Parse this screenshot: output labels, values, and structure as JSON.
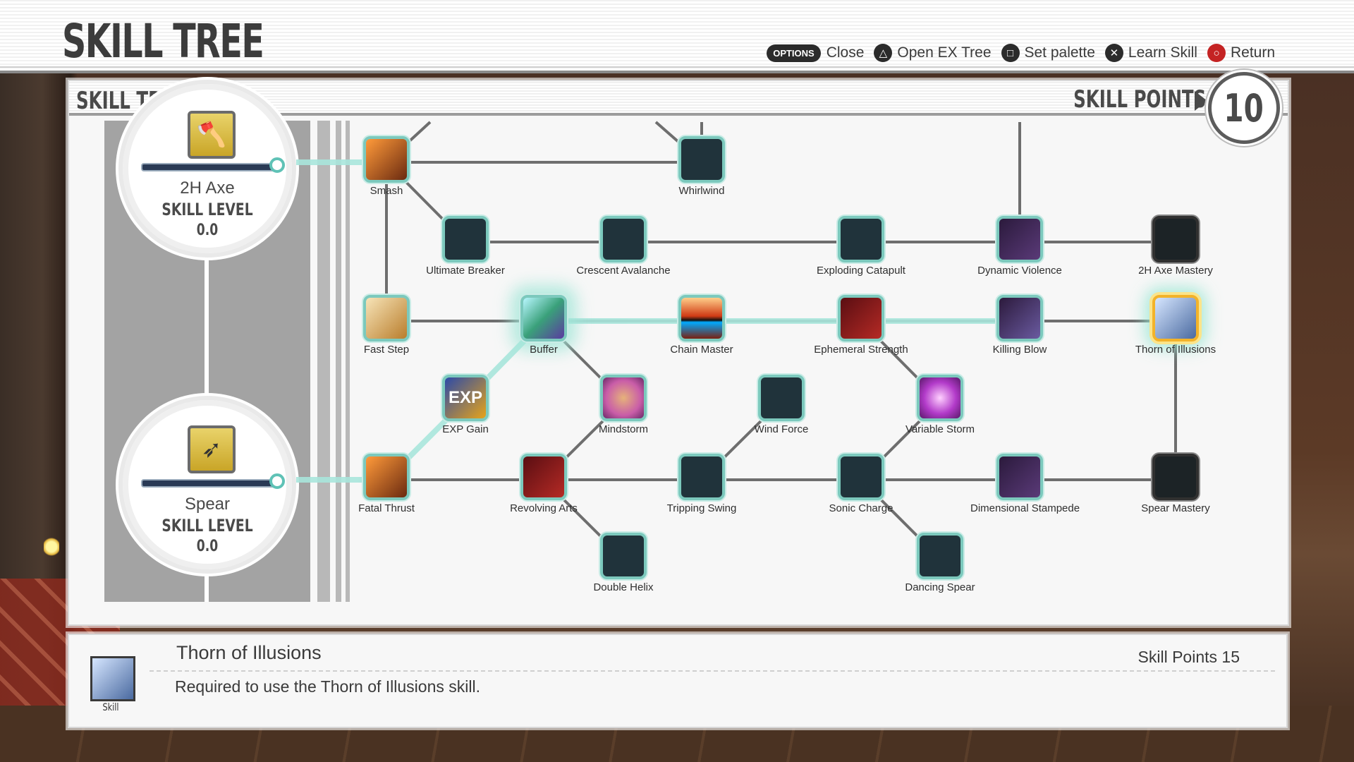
{
  "header": {
    "title": "SKILL TREE",
    "hints": [
      {
        "button": "OPTIONS",
        "label": "Close",
        "icon": "options-button-icon"
      },
      {
        "button": "△",
        "label": "Open EX Tree",
        "icon": "triangle-button-icon"
      },
      {
        "button": "□",
        "label": "Set palette",
        "icon": "square-button-icon"
      },
      {
        "button": "✕",
        "label": "Learn Skill",
        "icon": "cross-button-icon"
      },
      {
        "button": "○",
        "label": "Return",
        "icon": "circle-button-icon"
      }
    ]
  },
  "panel": {
    "title": "SKILL TREE",
    "skill_points_label": "SKILL POINTS",
    "skill_points_value": "10"
  },
  "weapons": [
    {
      "name": "2H Axe",
      "level_label": "SKILL LEVEL",
      "level": "0.0",
      "icon": "axe-icon"
    },
    {
      "name": "Spear",
      "level_label": "SKILL LEVEL",
      "level": "0.0",
      "icon": "spear-icon"
    }
  ],
  "skills": [
    {
      "id": "smash",
      "label": "Smash",
      "style": "orange"
    },
    {
      "id": "whirlwind",
      "label": "Whirlwind",
      "style": ""
    },
    {
      "id": "ultimate-breaker",
      "label": "Ultimate Breaker",
      "style": ""
    },
    {
      "id": "crescent-avalanche",
      "label": "Crescent Avalanche",
      "style": ""
    },
    {
      "id": "exploding-catapult",
      "label": "Exploding Catapult",
      "style": ""
    },
    {
      "id": "dynamic-violence",
      "label": "Dynamic Violence",
      "style": "purple"
    },
    {
      "id": "2h-axe-mastery",
      "label": "2H Axe Mastery",
      "style": "dark"
    },
    {
      "id": "fast-step",
      "label": "Fast Step",
      "style": "step"
    },
    {
      "id": "buffer",
      "label": "Buffer",
      "style": "buff"
    },
    {
      "id": "chain-master",
      "label": "Chain Master",
      "style": "chain"
    },
    {
      "id": "ephemeral-strength",
      "label": "Ephemeral Strength",
      "style": "red"
    },
    {
      "id": "killing-blow",
      "label": "Killing Blow",
      "style": "kill"
    },
    {
      "id": "thorn-of-illusions",
      "label": "Thorn of Illusions",
      "style": "thorn"
    },
    {
      "id": "exp-gain",
      "label": "EXP Gain",
      "style": "exp",
      "glyph": "EXP"
    },
    {
      "id": "mindstorm",
      "label": "Mindstorm",
      "style": "mind"
    },
    {
      "id": "wind-force",
      "label": "Wind Force",
      "style": ""
    },
    {
      "id": "variable-storm",
      "label": "Variable Storm",
      "style": "pink"
    },
    {
      "id": "fatal-thrust",
      "label": "Fatal Thrust",
      "style": "orange"
    },
    {
      "id": "revolving-arts",
      "label": "Revolving Arts",
      "style": "red"
    },
    {
      "id": "tripping-swing",
      "label": "Tripping Swing",
      "style": ""
    },
    {
      "id": "sonic-charge",
      "label": "Sonic Charge",
      "style": ""
    },
    {
      "id": "dimensional-stampede",
      "label": "Dimensional Stampede",
      "style": "purple"
    },
    {
      "id": "spear-mastery",
      "label": "Spear Mastery",
      "style": "dark"
    },
    {
      "id": "double-helix",
      "label": "Double Helix",
      "style": ""
    },
    {
      "id": "dancing-spear",
      "label": "Dancing Spear",
      "style": ""
    }
  ],
  "selected_skill": {
    "name": "Thorn of Illusions",
    "kind": "Skill",
    "skill_points_text": "Skill Points 15",
    "description": "Required to use the Thorn of Illusions skill."
  },
  "colors": {
    "accent": "#5fc2b6",
    "selected_border": "#f3b329"
  }
}
